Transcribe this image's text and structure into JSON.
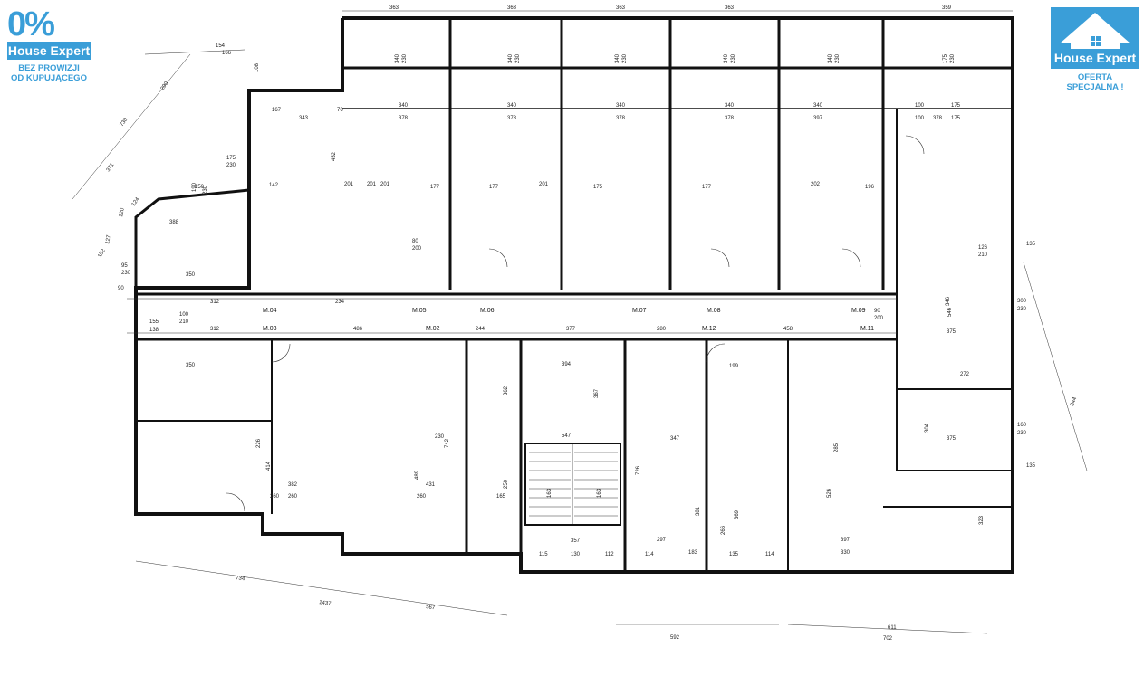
{
  "branding": {
    "left": {
      "discount": "0%",
      "name": "House Expert",
      "tagline_1": "BEZ PROWIZJI",
      "tagline_2": "OD KUPUJĄCEGO"
    },
    "right": {
      "name": "House Expert",
      "tagline_1": "OFERTA",
      "tagline_2": "SPECJALNA !"
    }
  },
  "colors": {
    "brand_blue": "#3a9ed8",
    "wall": "#111111",
    "line": "#333333"
  },
  "unit_labels": [
    "M.03",
    "M.02",
    "M.05",
    "M.06",
    "M.07",
    "M.08",
    "M.12",
    "M.09",
    "M.11",
    "M.04"
  ],
  "dimensions": {
    "top_row": [
      "363",
      "363",
      "363",
      "363",
      "359"
    ],
    "top_heights": [
      "340",
      "230",
      "340",
      "230",
      "340",
      "230",
      "340",
      "230",
      "340",
      "230",
      "175",
      "230"
    ],
    "room_widths": [
      "340",
      "378",
      "340",
      "378",
      "340",
      "378",
      "340",
      "378",
      "340",
      "397",
      "100",
      "175",
      "378",
      "100",
      "175"
    ],
    "mid_widths": [
      "177",
      "177",
      "175",
      "177",
      "196",
      "201",
      "201",
      "201",
      "202",
      "201"
    ],
    "corridor": [
      "312",
      "486",
      "244",
      "377",
      "280",
      "458",
      "312",
      "234",
      "155",
      "138"
    ],
    "door": [
      "80",
      "200",
      "90",
      "200",
      "100",
      "210",
      "126",
      "210"
    ],
    "lower_rooms": [
      "350",
      "394",
      "367",
      "347",
      "375",
      "375",
      "547",
      "357",
      "297",
      "183",
      "330",
      "397",
      "431",
      "489",
      "382",
      "260",
      "260",
      "260",
      "230",
      "742",
      "362",
      "226",
      "414",
      "304",
      "323",
      "272",
      "199"
    ],
    "bottom": [
      "734",
      "1437",
      "567",
      "592",
      "611",
      "702",
      "115",
      "130",
      "112",
      "114",
      "135",
      "114"
    ],
    "side": [
      "300",
      "230",
      "160",
      "230",
      "135",
      "135",
      "344",
      "346",
      "546",
      "285",
      "381",
      "369",
      "266",
      "526",
      "726"
    ],
    "left_side": [
      "154",
      "166",
      "290",
      "730",
      "371",
      "120",
      "124",
      "127",
      "152",
      "90",
      "95",
      "230",
      "175",
      "230",
      "388",
      "350",
      "150",
      "190",
      "230",
      "142",
      "452",
      "343",
      "167",
      "108",
      "76"
    ],
    "stair": [
      "163",
      "163",
      "165",
      "250"
    ]
  }
}
